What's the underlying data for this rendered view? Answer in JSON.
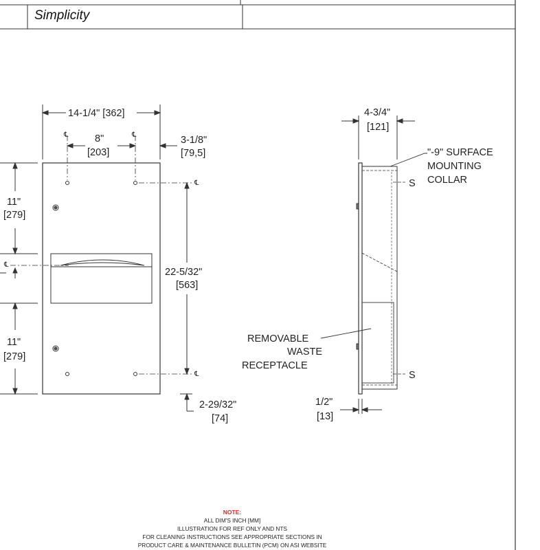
{
  "header": {
    "product_name": "Simplicity"
  },
  "front_view": {
    "overall_width": "14-1/4\" [362]",
    "center_spacing_in": "8\"",
    "center_spacing_mm": "[203]",
    "right_offset_in": "3-1/8\"",
    "right_offset_mm": "[79,5]",
    "top_section_in": "11\"",
    "top_section_mm": "[279]",
    "bottom_section_in": "11\"",
    "bottom_section_mm": "[279]",
    "mount_height_in": "22-5/32\"",
    "mount_height_mm": "[563]",
    "bottom_offset_in": "2-29/32\"",
    "bottom_offset_mm": "[74]",
    "centerline_symbol": "℄"
  },
  "side_view": {
    "depth_in": "4-3/4\"",
    "depth_mm": "[121]",
    "collar_line1": "\"-9\" SURFACE",
    "collar_line2": "MOUNTING",
    "collar_line3": "COLLAR",
    "stud_marker": "S",
    "waste_line1": "REMOVABLE",
    "waste_line2": "WASTE",
    "waste_line3": "RECEPTACLE",
    "flange_in": "1/2\"",
    "flange_mm": "[13]"
  },
  "notes": {
    "title": "NOTE:",
    "line1": "ALL DIM'S INCH [MM]",
    "line2": "ILLUSTRATION FOR REF ONLY AND NTS",
    "line3": "FOR CLEANING INSTRUCTIONS SEE APPROPRIATE SECTIONS IN",
    "line4": "PRODUCT CARE & MAINTENANCE BULLETIN (PCM) ON ASI WEBSITE"
  }
}
